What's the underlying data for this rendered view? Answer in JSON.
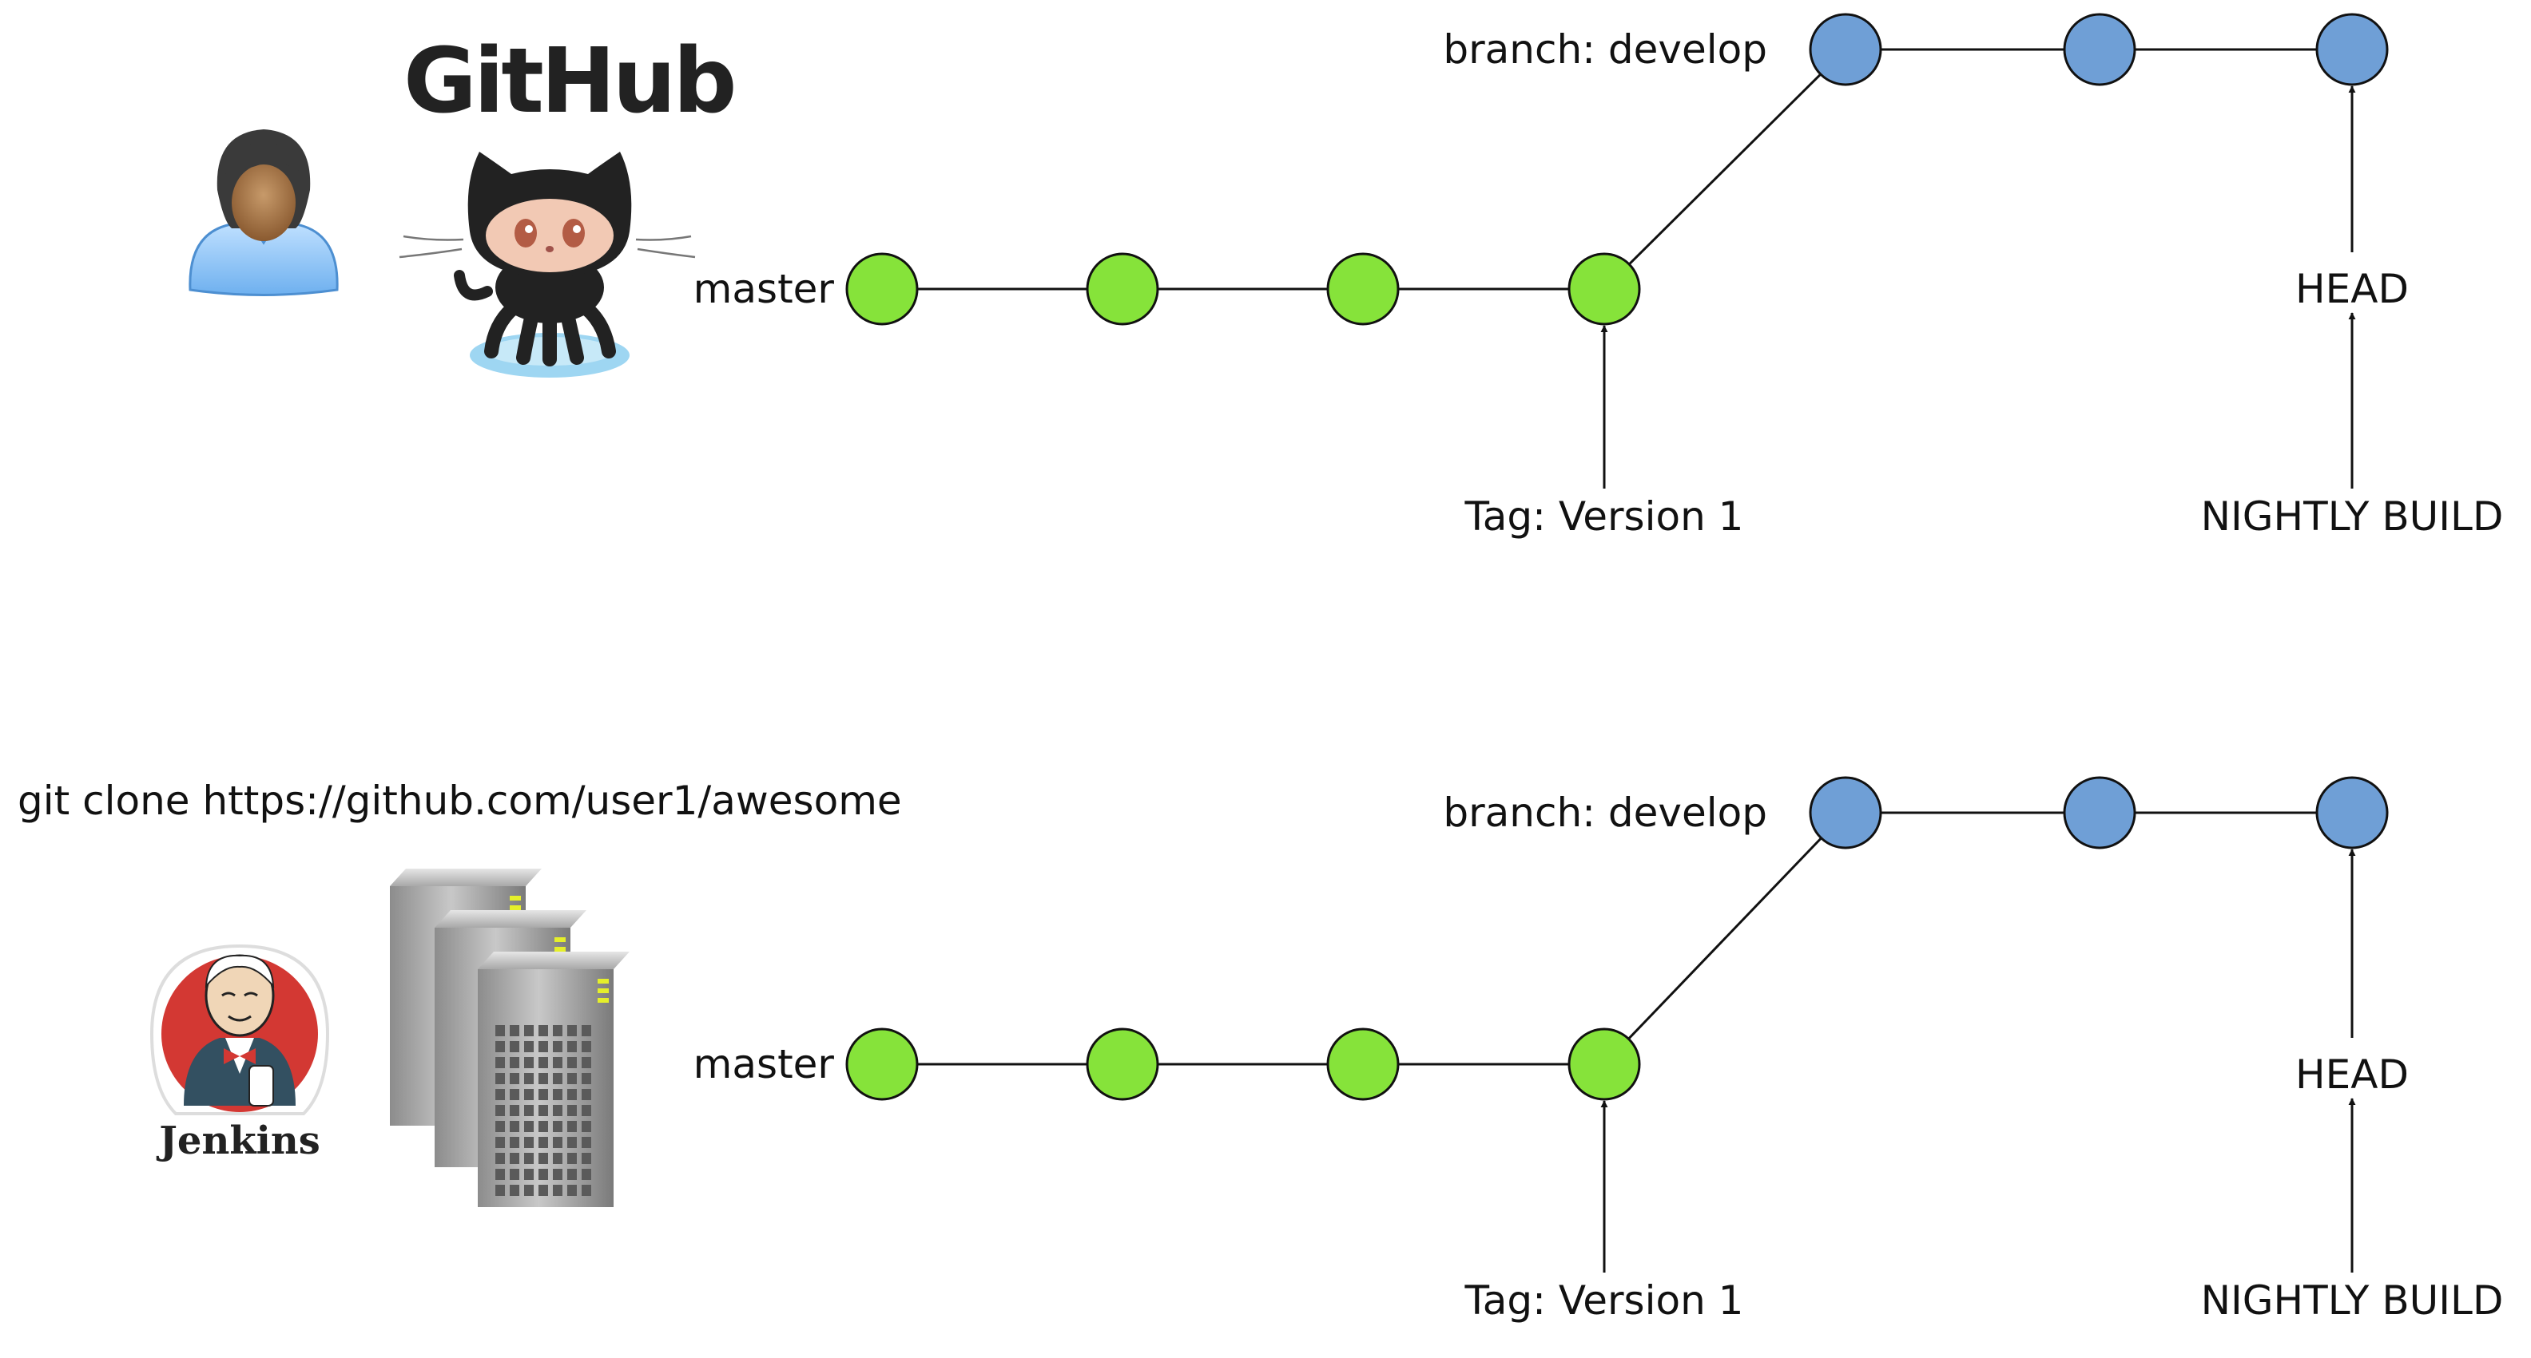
{
  "colors": {
    "master_commit": "#86e33a",
    "develop_commit": "#6f9fd6",
    "line": "#111111"
  },
  "icons": {
    "developer": "user-avatar-icon",
    "github": "github-octocat-logo",
    "jenkins": "jenkins-butler-logo",
    "servers": "server-rack-stack-icon"
  },
  "logos": {
    "github_wordmark": "GitHub",
    "jenkins_wordmark": "Jenkins"
  },
  "command": "git clone https://github.com/user1/awesome",
  "diagrams": [
    {
      "id": "github-repo",
      "master_label": "master",
      "develop_label": "branch: develop",
      "tag_label": "Tag: Version 1",
      "head_label": "HEAD",
      "nightly_label": "NIGHTLY BUILD",
      "master_commits": 4,
      "develop_commits": 3
    },
    {
      "id": "jenkins-clone",
      "master_label": "master",
      "develop_label": "branch: develop",
      "tag_label": "Tag: Version 1",
      "head_label": "HEAD",
      "nightly_label": "NIGHTLY BUILD",
      "master_commits": 4,
      "develop_commits": 3
    }
  ]
}
